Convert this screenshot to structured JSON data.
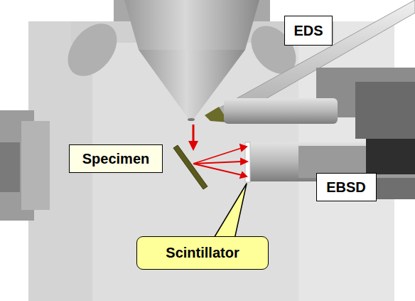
{
  "diagram": {
    "nodes": [
      {
        "text": [
          "EDS"
        ]
      },
      {
        "text": [
          "Specimen"
        ]
      },
      {
        "text": [
          "EBSD"
        ]
      },
      {
        "text": [
          "Scintillator"
        ]
      }
    ]
  }
}
